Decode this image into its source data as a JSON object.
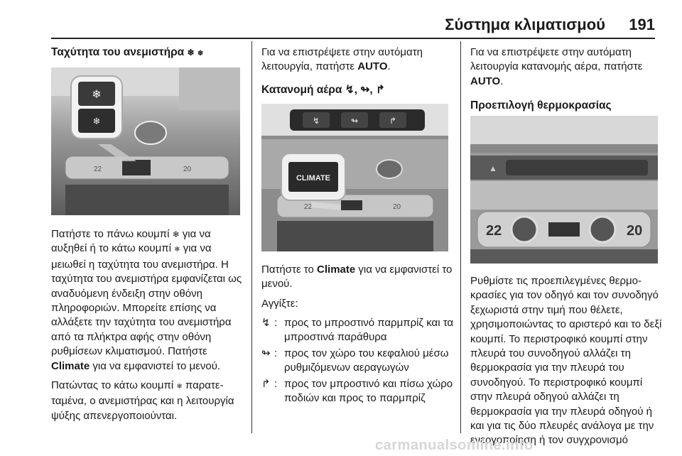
{
  "header": {
    "title": "Σύστημα κλιματισμού",
    "page_number": "191"
  },
  "col1": {
    "heading": "Ταχύτητα του ανεμιστήρα",
    "p1": [
      "Πατήστε το πάνω κουμπί ",
      " για να αυξηθεί ή το κάτω κουμπί ",
      " για να μειωθεί η ταχύτητα του ανεμιστήρα. Η ταχύτητα του ανεμιστήρα εμφανίζεται ως αναδυόμενη ένδειξη στην οθόνη πληροφοριών. Μπορείτε επίσης να αλλάξετε την ταχύτητα του ανεμι­στήρα από τα πλήκτρα αφής στην οθόνη ρυθμίσεων κλιματισμού. Πατή­στε ",
      "Climate",
      " για να εμφανιστεί το μενού."
    ],
    "p2": [
      "Πατώντας το κάτω κουμπί ",
      " παρατε­ταμένα, ο ανεμιστήρας και η λειτουρ­γία ψύξης απενεργοποιούνται."
    ]
  },
  "col2": {
    "p_auto": [
      "Για να επιστρέψετε στην αυτόματη λειτουργία, πατήστε ",
      "AUTO",
      "."
    ],
    "heading": "Κατανομή αέρα",
    "photo_label": "CLIMATE",
    "p_climate": [
      "Πατήστε το ",
      "Climate",
      " για να εμφανιστεί το μενού."
    ],
    "touch": "Αγγίξτε:",
    "list": [
      {
        "icon": "windshield-vent-icon",
        "text": "προς το μπροστινό παρμπρίζ και τα μπροστινά παράθυρα"
      },
      {
        "icon": "face-vent-icon",
        "text": "προς τον χώρο του κεφαλιού μέσω ρυθμιζόμενων αεραγωγών"
      },
      {
        "icon": "footwell-vent-icon",
        "text": "προς τον μπροστινό και πίσω χώρο ποδιών και προς το παρμπρίζ"
      }
    ]
  },
  "col3": {
    "p_auto": [
      "Για να επιστρέψετε στην αυτόματη λειτουργία κατανομής αέρα, πατήστε ",
      "AUTO",
      "."
    ],
    "heading": "Προεπιλογή θερμοκρασίας",
    "photo_left_temp": "22",
    "photo_right_temp": "20",
    "p1": "Ρυθμίστε τις προεπιλεγμένες θερμο­κρασίες για τον οδηγό και τον συνο­δηγό ξεχωριστά στην τιμή που θέλετε, χρησιμοποιώντας το αριστερό και το δεξί κουμπί. Το περιστροφικό κουμπί στην πλευρά του συνοδηγού αλλάζει τη θερμοκρασία για την πλευρά του συνοδηγού. Το περιστροφικό κουμπί στην πλευρά οδηγού αλλάζει τη θερμοκρασία για την πλευρά οδηγού ή και για τις δύο πλευρές ανάλογα με την ενεργοποίηση ή τον συγχρονισμό"
  },
  "photo1": {
    "left_temp": "22",
    "right_temp": "20"
  },
  "photo2": {
    "left_temp": "22",
    "right_temp": "20"
  },
  "watermark": "carmanualsonline.info"
}
